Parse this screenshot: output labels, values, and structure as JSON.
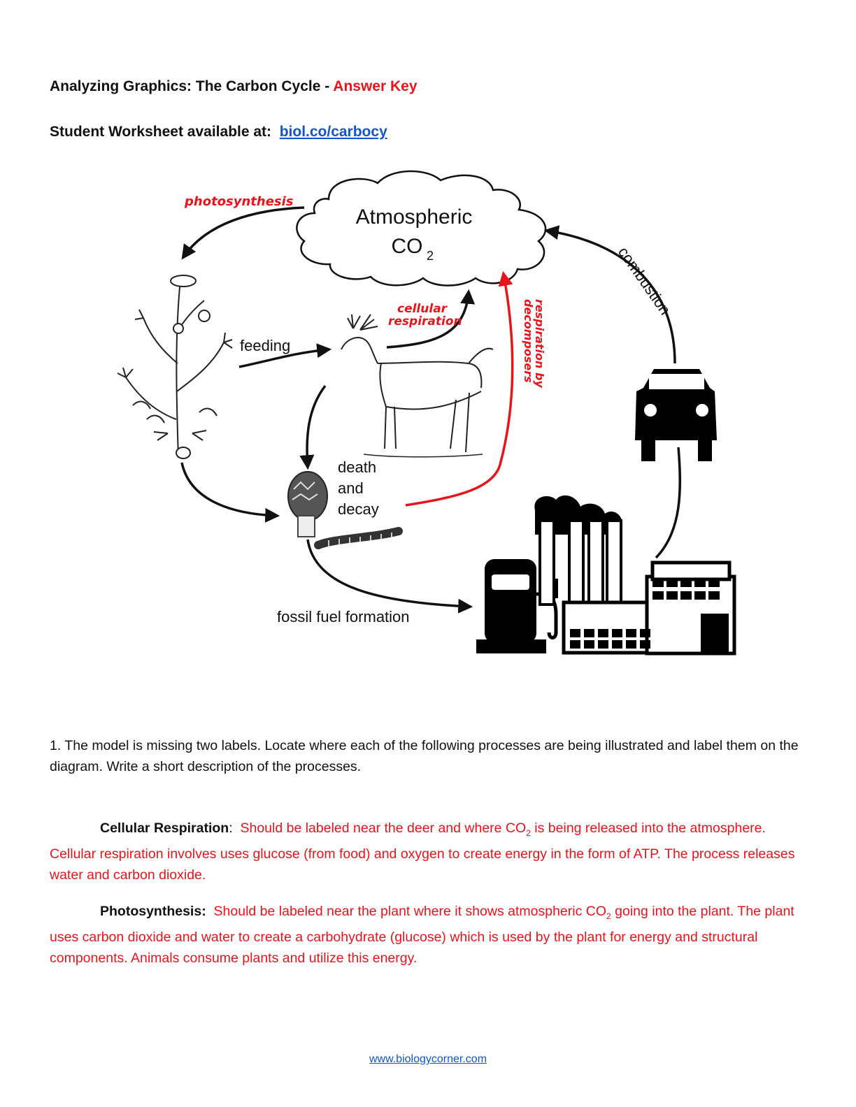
{
  "header": {
    "title": "Analyzing Graphics: The Carbon Cycle - ",
    "title_key": "Answer Key",
    "worksheet_label": "Student Worksheet available at:",
    "worksheet_link": "biol.co/carbocy"
  },
  "diagram": {
    "cloud_line1": "Atmospheric",
    "cloud_line2": "CO",
    "cloud_sub": "2",
    "photosynthesis": "photosynthesis",
    "feeding": "feeding",
    "cellular": "cellular",
    "respiration": "respiration",
    "combustion": "combustion",
    "decomposers_1": "respiration by",
    "decomposers_2": "decomposers",
    "death": "death",
    "and": "and",
    "decay": "decay",
    "fossil": "fossil fuel formation"
  },
  "question": {
    "text": "1. The model is missing two labels. Locate where each of the following processes are being illustrated and label them on the diagram. Write a short description of the processes."
  },
  "answers": {
    "cr_label": "Cellular Respiration",
    "cr_colon": ":",
    "cr_text_1": "Should be labeled near the deer and where CO",
    "cr_sub": "2",
    "cr_text_2": " is being released into the atmosphere.  Cellular respiration involves uses glucose (from food) and oxygen to create energy in the form of ATP.  The process releases water and carbon dioxide.",
    "ps_label": "Photosynthesis:",
    "ps_text_1": "Should be labeled  near the plant where it shows atmospheric CO",
    "ps_sub": "2",
    "ps_text_2": " going into the plant.  The plant uses carbon dioxide and water to create a carbohydrate (glucose) which is used by the plant for energy and structural components.  Animals consume plants and utilize this energy."
  },
  "footer": {
    "link": "www.biologycorner.com"
  },
  "colors": {
    "answer_red": "#e8141b",
    "link_blue": "#1155cc"
  }
}
